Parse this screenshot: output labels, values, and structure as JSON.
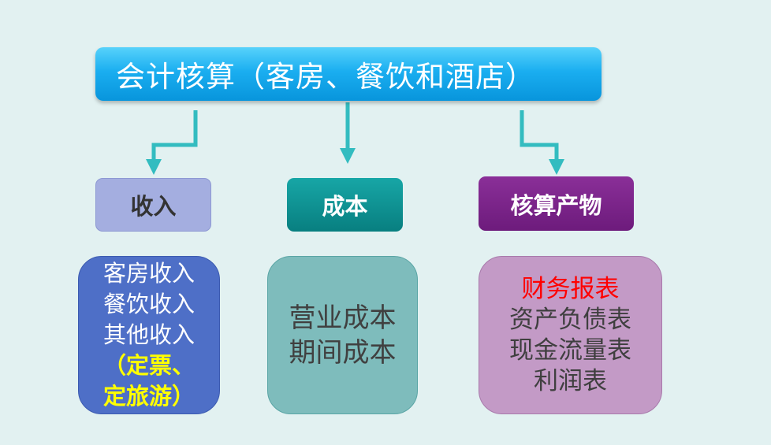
{
  "root": {
    "title": "会计核算（客房、餐饮和酒店）"
  },
  "income": {
    "header": "收入",
    "items": [
      "客房收入",
      "餐饮收入",
      "其他收入"
    ],
    "note_lines": [
      "（定票、",
      "定旅游）"
    ]
  },
  "cost": {
    "header": "成本",
    "items": [
      "营业成本",
      "期间成本"
    ]
  },
  "output": {
    "header": "核算产物",
    "title": "财务报表",
    "items": [
      "资产负债表",
      "现金流量表",
      "利润表"
    ]
  },
  "colors": {
    "background": "#e2f1f1",
    "arrow": "#33bcc0",
    "root_box": "#1aaef0",
    "income_header": "#a4aee0",
    "cost_header": "#0e8f90",
    "output_header": "#7a248a",
    "income_detail": "#4e6fc7",
    "cost_detail": "#7ebcbc",
    "output_detail": "#c39ac6",
    "note_text": "#ffff00",
    "report_title": "#ff0000"
  }
}
